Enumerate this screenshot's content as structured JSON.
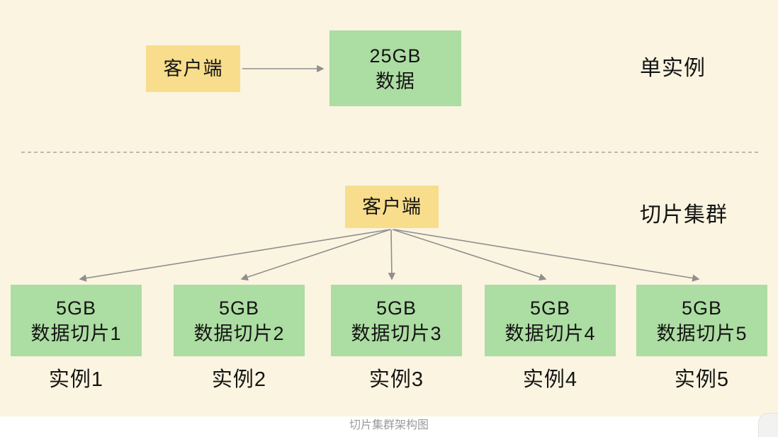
{
  "caption": "切片集群架构图",
  "colors": {
    "background": "#FBF4E0",
    "client_box": "#F8DD8C",
    "shard_box": "#ACDDA2",
    "arrow": "#8F8F8F",
    "text": "#141414",
    "caption_text": "#9B9B9B"
  },
  "single_instance": {
    "section_label": "单实例",
    "client_label": "客户端",
    "data_line1": "25GB",
    "data_line2": "数据"
  },
  "cluster": {
    "section_label": "切片集群",
    "client_label": "客户端",
    "shards": [
      {
        "line1": "5GB",
        "line2": "数据切片1",
        "instance_label": "实例1"
      },
      {
        "line1": "5GB",
        "line2": "数据切片2",
        "instance_label": "实例2"
      },
      {
        "line1": "5GB",
        "line2": "数据切片3",
        "instance_label": "实例3"
      },
      {
        "line1": "5GB",
        "line2": "数据切片4",
        "instance_label": "实例4"
      },
      {
        "line1": "5GB",
        "line2": "数据切片5",
        "instance_label": "实例5"
      }
    ]
  }
}
